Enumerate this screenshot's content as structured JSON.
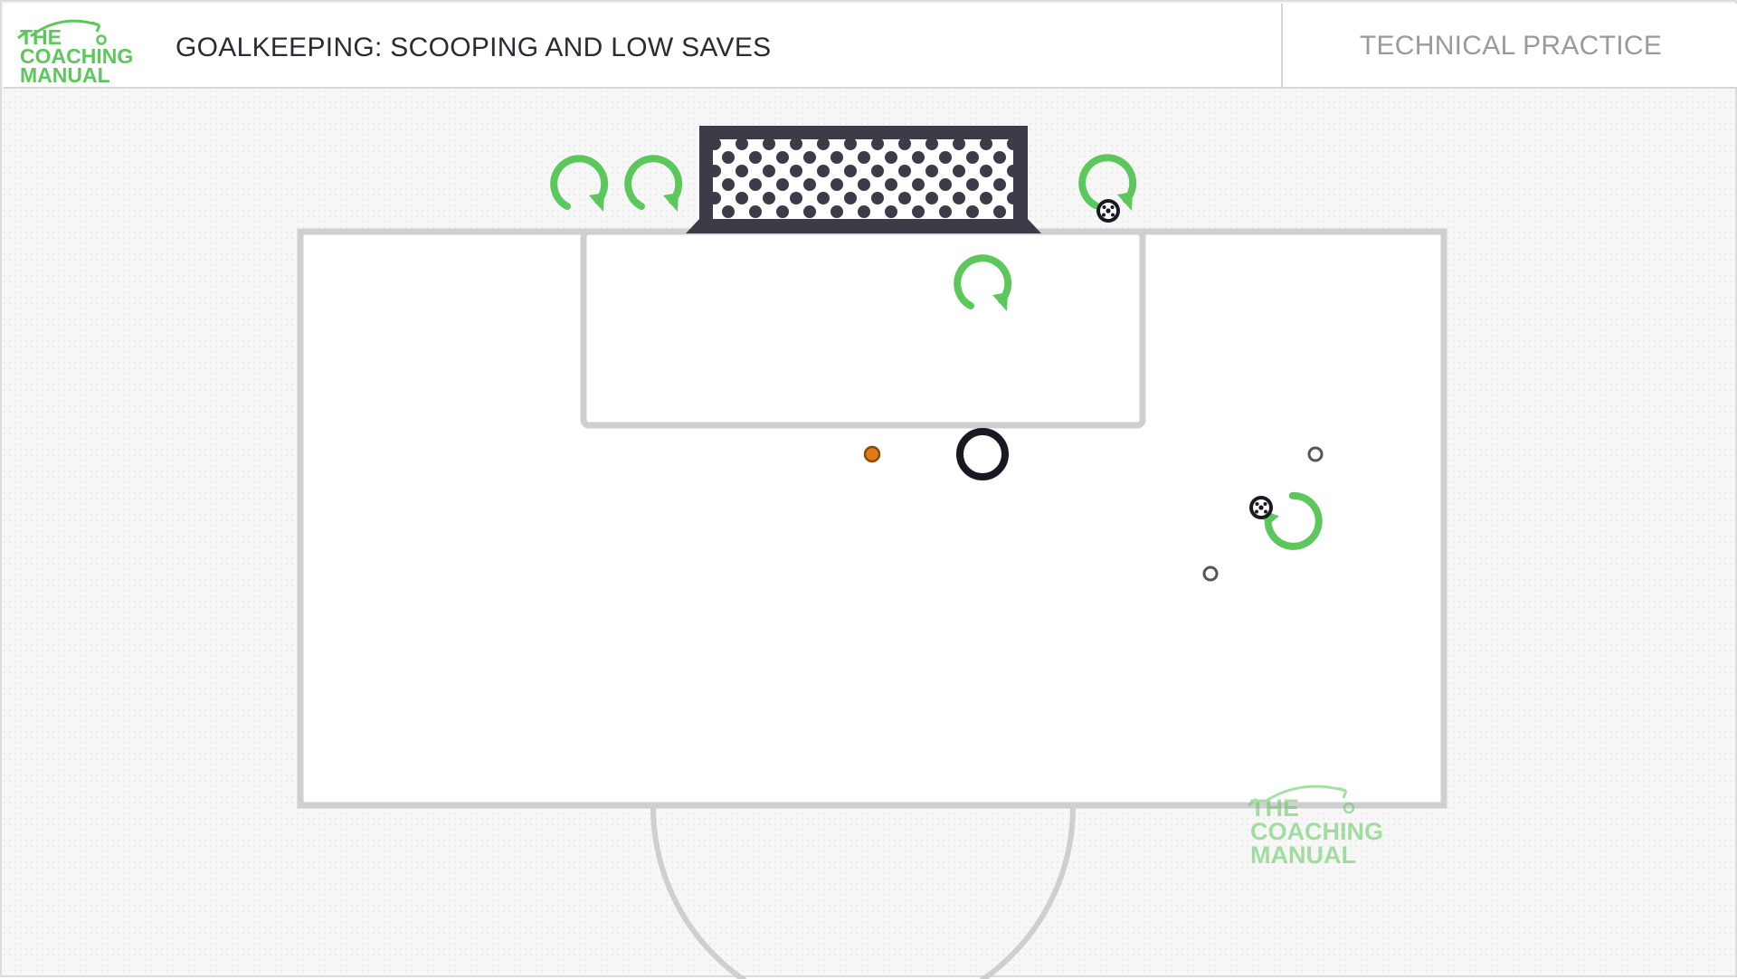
{
  "header": {
    "logo_lines": [
      "THE",
      "COACHING",
      "MANUAL"
    ],
    "title": "GOALKEEPING: SCOOPING AND LOW SAVES",
    "category": "TECHNICAL PRACTICE"
  },
  "watermark": {
    "lines": [
      "THE",
      "COACHING",
      "MANUAL"
    ]
  },
  "colors": {
    "brand_green": "#5cc85c",
    "pitch_line": "#cfcfd2",
    "goal_frame": "#3e3a48",
    "goalkeeper_ring": "#1a1820",
    "cone_orange": "#e07b16",
    "marker_grey": "#555555"
  },
  "icons": {
    "rotation": "rotation-arrow-icon",
    "ball": "football-icon",
    "goalkeeper": "goalkeeper-ring-icon",
    "cone": "cone-icon",
    "marker": "disc-marker-icon"
  }
}
